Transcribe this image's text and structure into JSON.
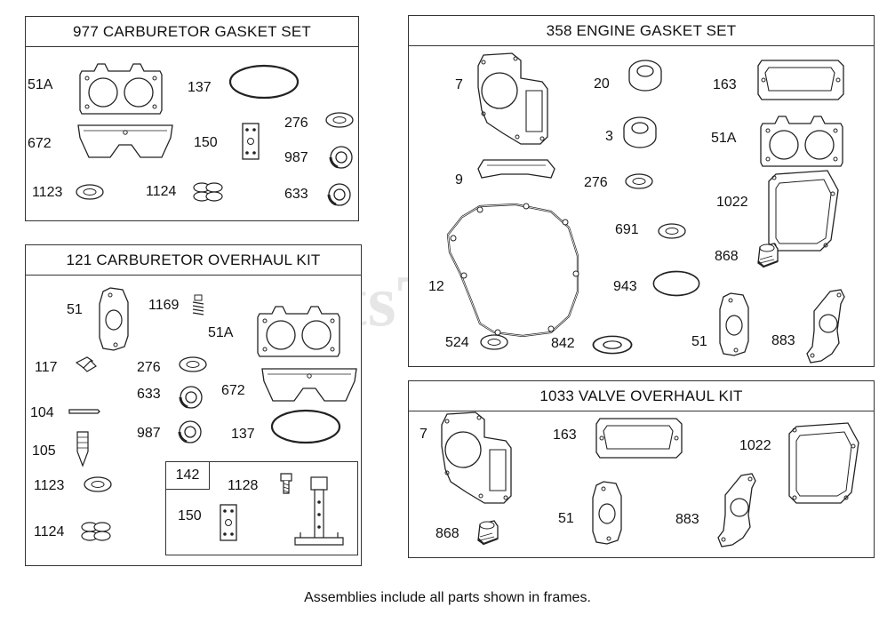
{
  "watermark": "PartsTree",
  "footer_note": "Assemblies include all parts shown in frames.",
  "frames": {
    "carb_gasket": {
      "title": "977 CARBURETOR GASKET SET"
    },
    "carb_overhaul": {
      "title": "121 CARBURETOR OVERHAUL KIT",
      "sub_kit": "142"
    },
    "engine_gasket": {
      "title": "358 ENGINE GASKET SET"
    },
    "valve_overhaul": {
      "title": "1033 VALVE OVERHAUL KIT"
    }
  },
  "labels": {
    "cg": [
      "51A",
      "137",
      "672",
      "150",
      "276",
      "987",
      "1123",
      "1124",
      "633"
    ],
    "co": [
      "51",
      "1169",
      "51A",
      "117",
      "276",
      "633",
      "672",
      "104",
      "987",
      "137",
      "105",
      "1123",
      "1128",
      "150",
      "1124"
    ],
    "eg": [
      "7",
      "20",
      "163",
      "3",
      "51A",
      "9",
      "276",
      "1022",
      "691",
      "868",
      "12",
      "943",
      "51",
      "883",
      "524",
      "842"
    ],
    "vo": [
      "7",
      "163",
      "1022",
      "51",
      "883",
      "868"
    ]
  }
}
